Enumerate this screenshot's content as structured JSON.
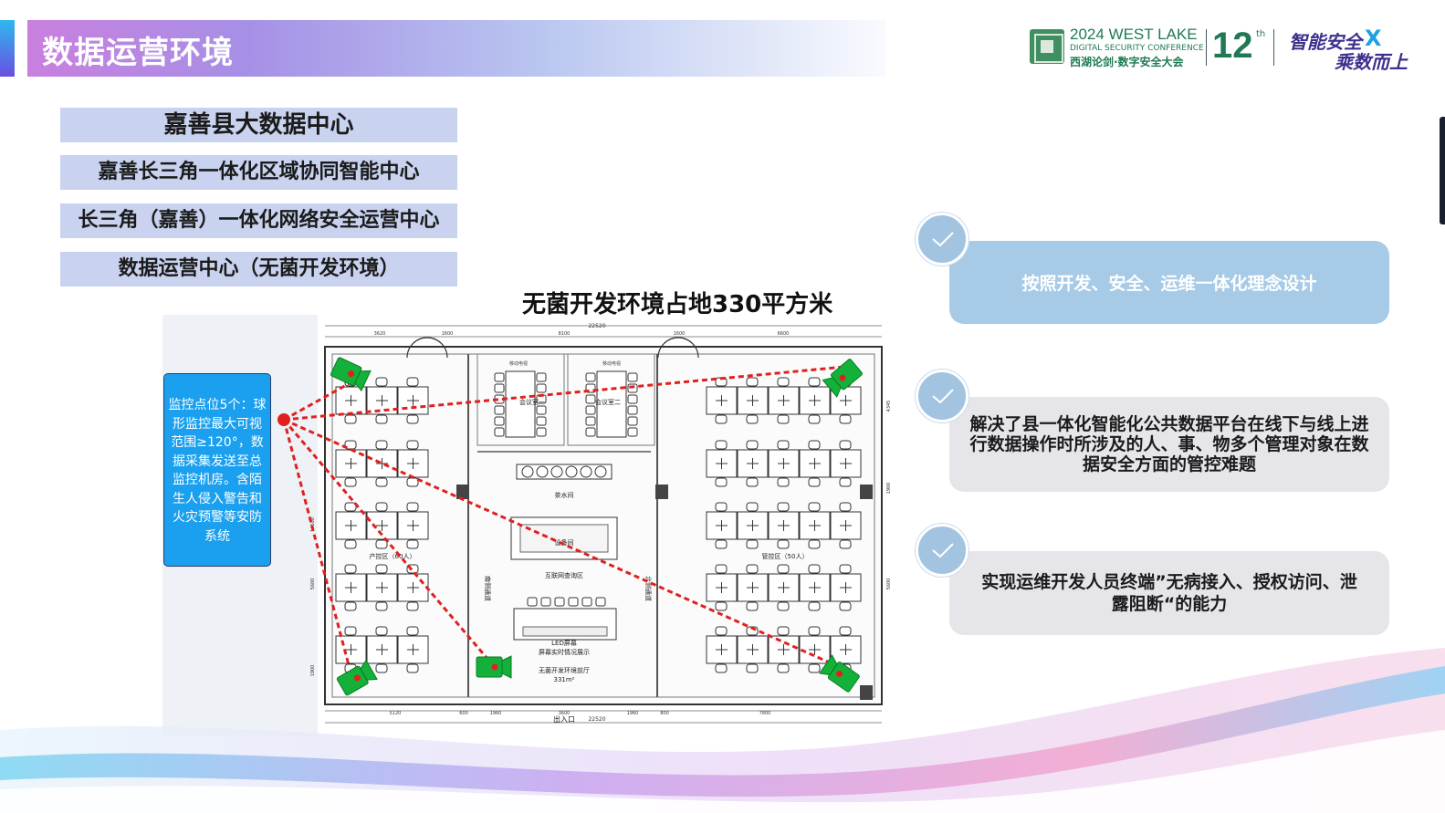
{
  "header": {
    "title": "数据运营环境",
    "logo": {
      "line1": "2024 WEST LAKE",
      "line2": "DIGITAL SECURITY CONFERENCE",
      "line3": "西湖论剑·数字安全大会",
      "edition": "12",
      "edition_sup": "th",
      "slogan1": "智能安全",
      "slogan_x": "X",
      "slogan2": "乘数而上"
    }
  },
  "left_boxes": [
    "嘉善县大数据中心",
    "嘉善长三角一体化区域协同智能中心",
    "长三角（嘉善）一体化网络安全运营中心",
    "数据运营中心（无菌开发环境）"
  ],
  "floor_plan": {
    "title": "无菌开发环境占地330平方米",
    "callout": "监控点位5个：球形监控最大可视范围≥120°，数据采集发送至总监控机房。含陌生人侵入警告和火灾预警等安防系统",
    "labels": {
      "meeting1": "会议室一",
      "meeting2": "会议室二",
      "tea_room": "茶水间",
      "storage": "设备间",
      "internet": "互联网查询区",
      "prod_zone": "产控区（60人）",
      "mgmt_zone": "管控区（50人）",
      "led": "LED屏幕",
      "led2": "屏幕实时情况展示",
      "hall": "无菌开发环境前厅",
      "area": "331m²",
      "exit": "出入口",
      "left_corridor": "南侧通道",
      "right_corridor": "北侧通道",
      "display_left": "移动电视",
      "display_right": "移动电视",
      "dim_total": "22520",
      "dim_bottom": "22520",
      "dim_top": [
        "3620",
        "1600",
        "8100",
        "1600",
        "6600"
      ],
      "dim_bot": [
        "5120",
        "600",
        "1960",
        "3600",
        "1960",
        "800",
        "7800"
      ],
      "dim_left": [
        "14600",
        "5600",
        "1900"
      ],
      "dim_right": [
        "4345",
        "1900",
        "5600"
      ]
    }
  },
  "indicators": [
    "按照开发、安全、运维一体化理念设计",
    "解决了县一体化智能化公共数据平台在线下与线上进行数据操作时所涉及的人、事、物多个管理对象在数据安全方面的管控难题",
    "实现运维开发人员终端”无病接入、授权访问、泄露阻断“的能力"
  ],
  "colors": {
    "title_gradient_start": "#c97fde",
    "box_fill": "#c9d3ef",
    "callout_fill": "#1aa0ef",
    "indicator_active": "#a7cbe6",
    "indicator_idle": "#e6e6ea",
    "camera_green": "#13b13a",
    "sight_line_red": "#e02020"
  },
  "icons": [
    "check-icon",
    "camera-icon",
    "hub-point-icon",
    "seal-logo-icon"
  ]
}
